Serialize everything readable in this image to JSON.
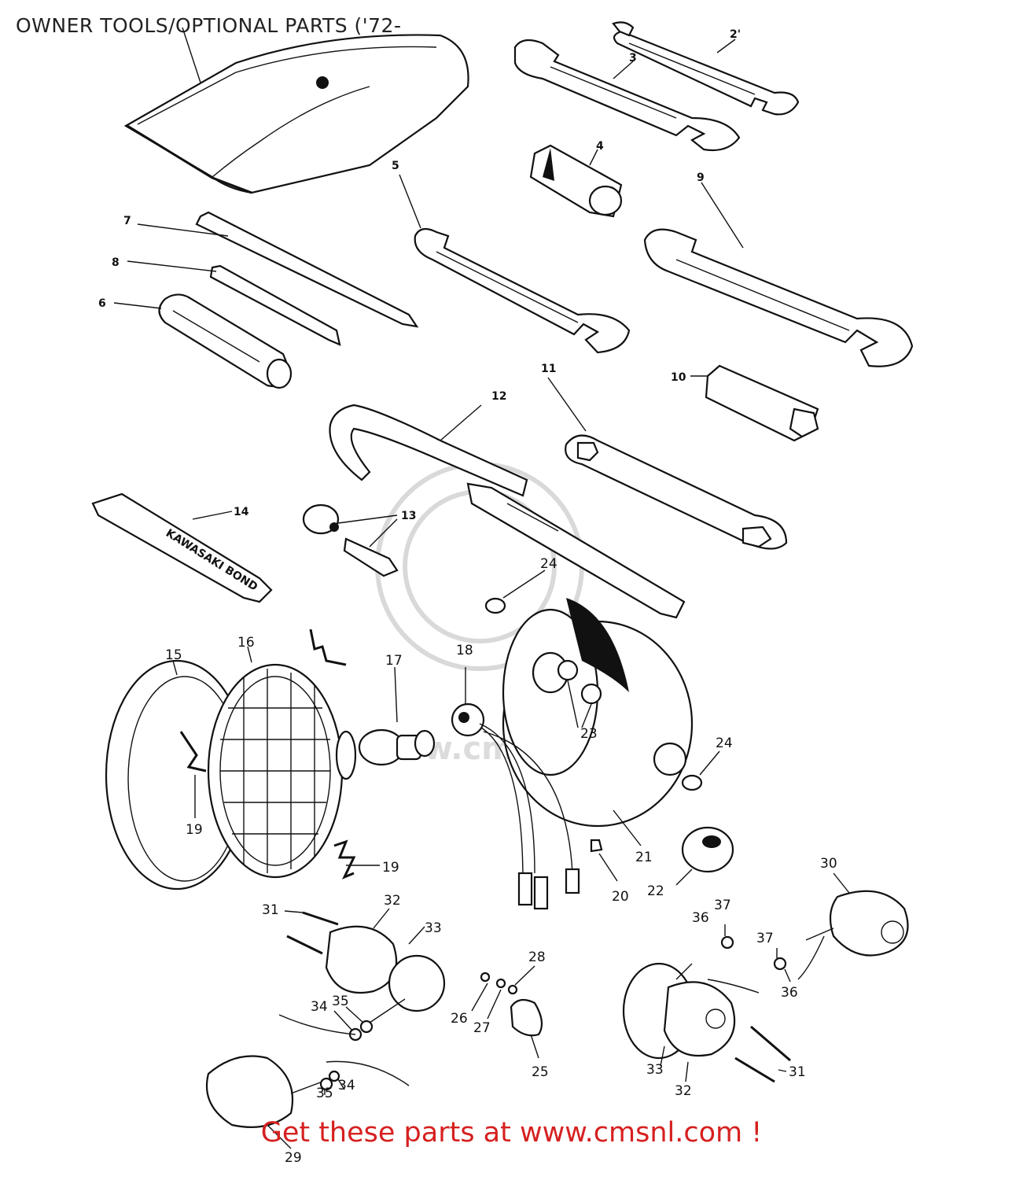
{
  "header": {
    "title": "OWNER TOOLS/OPTIONAL PARTS ('72-"
  },
  "footer": {
    "text": "Get these parts at www.cmsnl.com !"
  },
  "callouts": [
    {
      "key": "2p",
      "text": "2'"
    },
    {
      "key": "3",
      "text": "3"
    },
    {
      "key": "4",
      "text": "4"
    },
    {
      "key": "5",
      "text": "5"
    },
    {
      "key": "6",
      "text": "6"
    },
    {
      "key": "7",
      "text": "7"
    },
    {
      "key": "8",
      "text": "8"
    },
    {
      "key": "9",
      "text": "9"
    },
    {
      "key": "10",
      "text": "10"
    },
    {
      "key": "11",
      "text": "11"
    },
    {
      "key": "12",
      "text": "12"
    },
    {
      "key": "13",
      "text": "13"
    },
    {
      "key": "14",
      "text": "14"
    },
    {
      "key": "15",
      "text": "15"
    },
    {
      "key": "16",
      "text": "16"
    },
    {
      "key": "17",
      "text": "17"
    },
    {
      "key": "18",
      "text": "18"
    },
    {
      "key": "19a",
      "text": "19"
    },
    {
      "key": "19b",
      "text": "19"
    },
    {
      "key": "20",
      "text": "20"
    },
    {
      "key": "21",
      "text": "21"
    },
    {
      "key": "22",
      "text": "22"
    },
    {
      "key": "23",
      "text": "23"
    },
    {
      "key": "24a",
      "text": "24"
    },
    {
      "key": "24b",
      "text": "24"
    },
    {
      "key": "25",
      "text": "25"
    },
    {
      "key": "26",
      "text": "26"
    },
    {
      "key": "27",
      "text": "27"
    },
    {
      "key": "28",
      "text": "28"
    },
    {
      "key": "29",
      "text": "29"
    },
    {
      "key": "30",
      "text": "30"
    },
    {
      "key": "31a",
      "text": "31"
    },
    {
      "key": "31b",
      "text": "31"
    },
    {
      "key": "32a",
      "text": "32"
    },
    {
      "key": "32b",
      "text": "32"
    },
    {
      "key": "33a",
      "text": "33"
    },
    {
      "key": "33b",
      "text": "33"
    },
    {
      "key": "34a",
      "text": "34"
    },
    {
      "key": "34b",
      "text": "34"
    },
    {
      "key": "35a",
      "text": "35"
    },
    {
      "key": "35b",
      "text": "35"
    },
    {
      "key": "36a",
      "text": "36"
    },
    {
      "key": "36b",
      "text": "36"
    },
    {
      "key": "37a",
      "text": "37"
    },
    {
      "key": "37b",
      "text": "37"
    }
  ],
  "tube_print": "KAWASAKI BOND",
  "watermark": "www.cmsnl.com"
}
